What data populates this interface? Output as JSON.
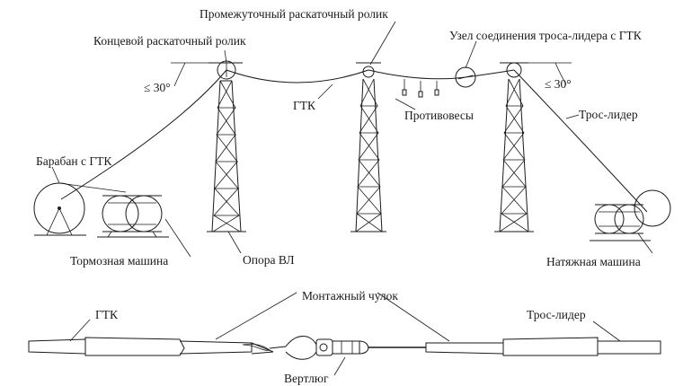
{
  "labels": {
    "intermediate_roller": "Промежуточный раскаточный ролик",
    "end_roller": "Концевой раскаточный ролик",
    "leader_joint": "Узел соединения троса-лидера с ГТК",
    "angle_left": "≤ 30°",
    "angle_right": "≤ 30°",
    "gtk_top": "ГТК",
    "counterweights": "Противовесы",
    "leader_rope": "Трос-лидер",
    "drum": "Барабан с ГТК",
    "brake_machine": "Тормозная машина",
    "vl_support": "Опора ВЛ",
    "tension_machine": "Натяжная машина",
    "mounting_sock": "Монтажный чулок",
    "gtk_bottom": "ГТК",
    "leader_rope_bottom": "Трос-лидер",
    "swivel": "Вертлюг"
  },
  "icons": [
    "drum-icon",
    "brake-machine-icon",
    "tension-machine-icon",
    "swivel-icon",
    "roller-icon"
  ]
}
